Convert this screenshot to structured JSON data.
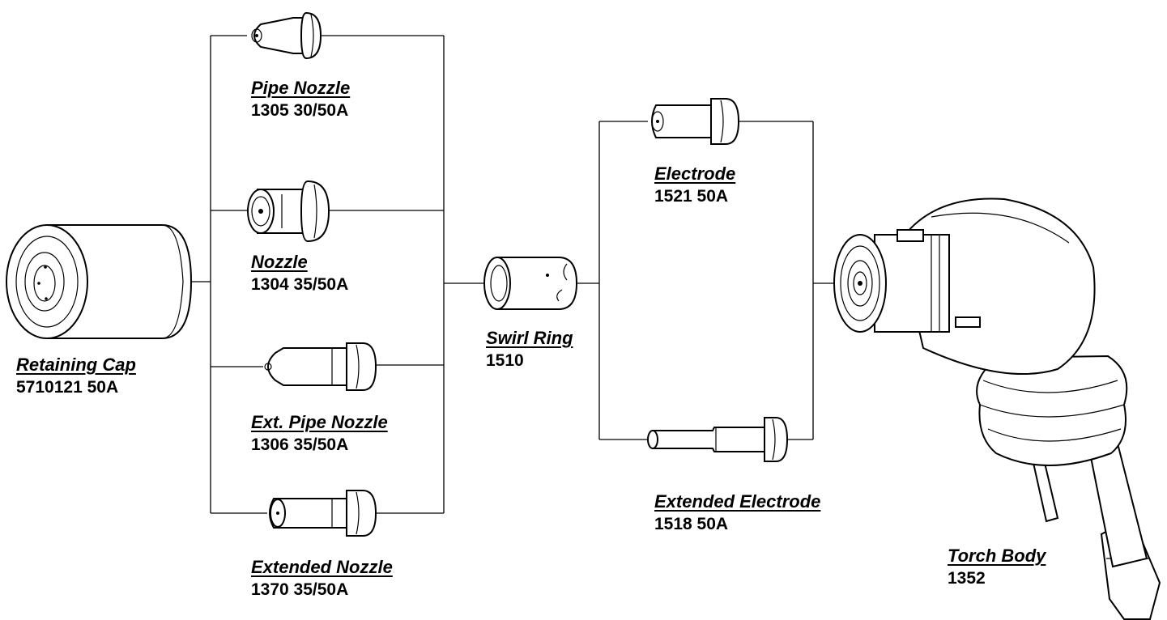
{
  "parts": {
    "retaining_cap": {
      "name": "Retaining Cap",
      "number": "5710121  50A"
    },
    "pipe_nozzle": {
      "name": "Pipe Nozzle",
      "number": "1305  30/50A"
    },
    "nozzle": {
      "name": "Nozzle",
      "number": "1304  35/50A"
    },
    "ext_pipe_nozzle": {
      "name": "Ext. Pipe Nozzle",
      "number": "1306  35/50A"
    },
    "extended_nozzle": {
      "name": "Extended Nozzle",
      "number": "1370  35/50A"
    },
    "swirl_ring": {
      "name": "Swirl Ring",
      "number": "1510"
    },
    "electrode": {
      "name": "Electrode",
      "number": "1521  50A"
    },
    "extended_electrode": {
      "name": "Extended Electrode",
      "number": "1518  50A"
    },
    "torch_body": {
      "name": "Torch Body",
      "number": "1352"
    }
  }
}
